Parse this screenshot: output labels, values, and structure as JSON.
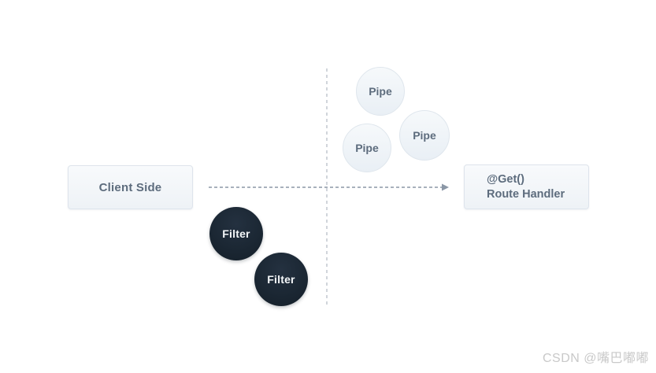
{
  "diagram": {
    "client_node": {
      "label": "Client Side"
    },
    "route_node": {
      "line1": "@Get()",
      "line2": "Route Handler"
    },
    "pipes": [
      {
        "label": "Pipe"
      },
      {
        "label": "Pipe"
      },
      {
        "label": "Pipe"
      }
    ],
    "filters": [
      {
        "label": "Filter"
      },
      {
        "label": "Filter"
      }
    ],
    "colors": {
      "node_background_top": "#f8fafc",
      "node_background_bottom": "#eef2f6",
      "node_border": "#dee4ec",
      "node_text": "#5d6c7d",
      "pipe_fill_top": "#f6f9fb",
      "pipe_fill_bottom": "#e9eff5",
      "pipe_border": "#dfe6ed",
      "filter_fill": "#1a2632",
      "filter_text": "#f4f7f9",
      "flow_arrow_line": "#8b97a6",
      "axis_line": "#d1d5db",
      "watermark_text": "#c9c9c9"
    }
  },
  "watermark": {
    "text": "CSDN @嘴巴嘟嘟"
  }
}
